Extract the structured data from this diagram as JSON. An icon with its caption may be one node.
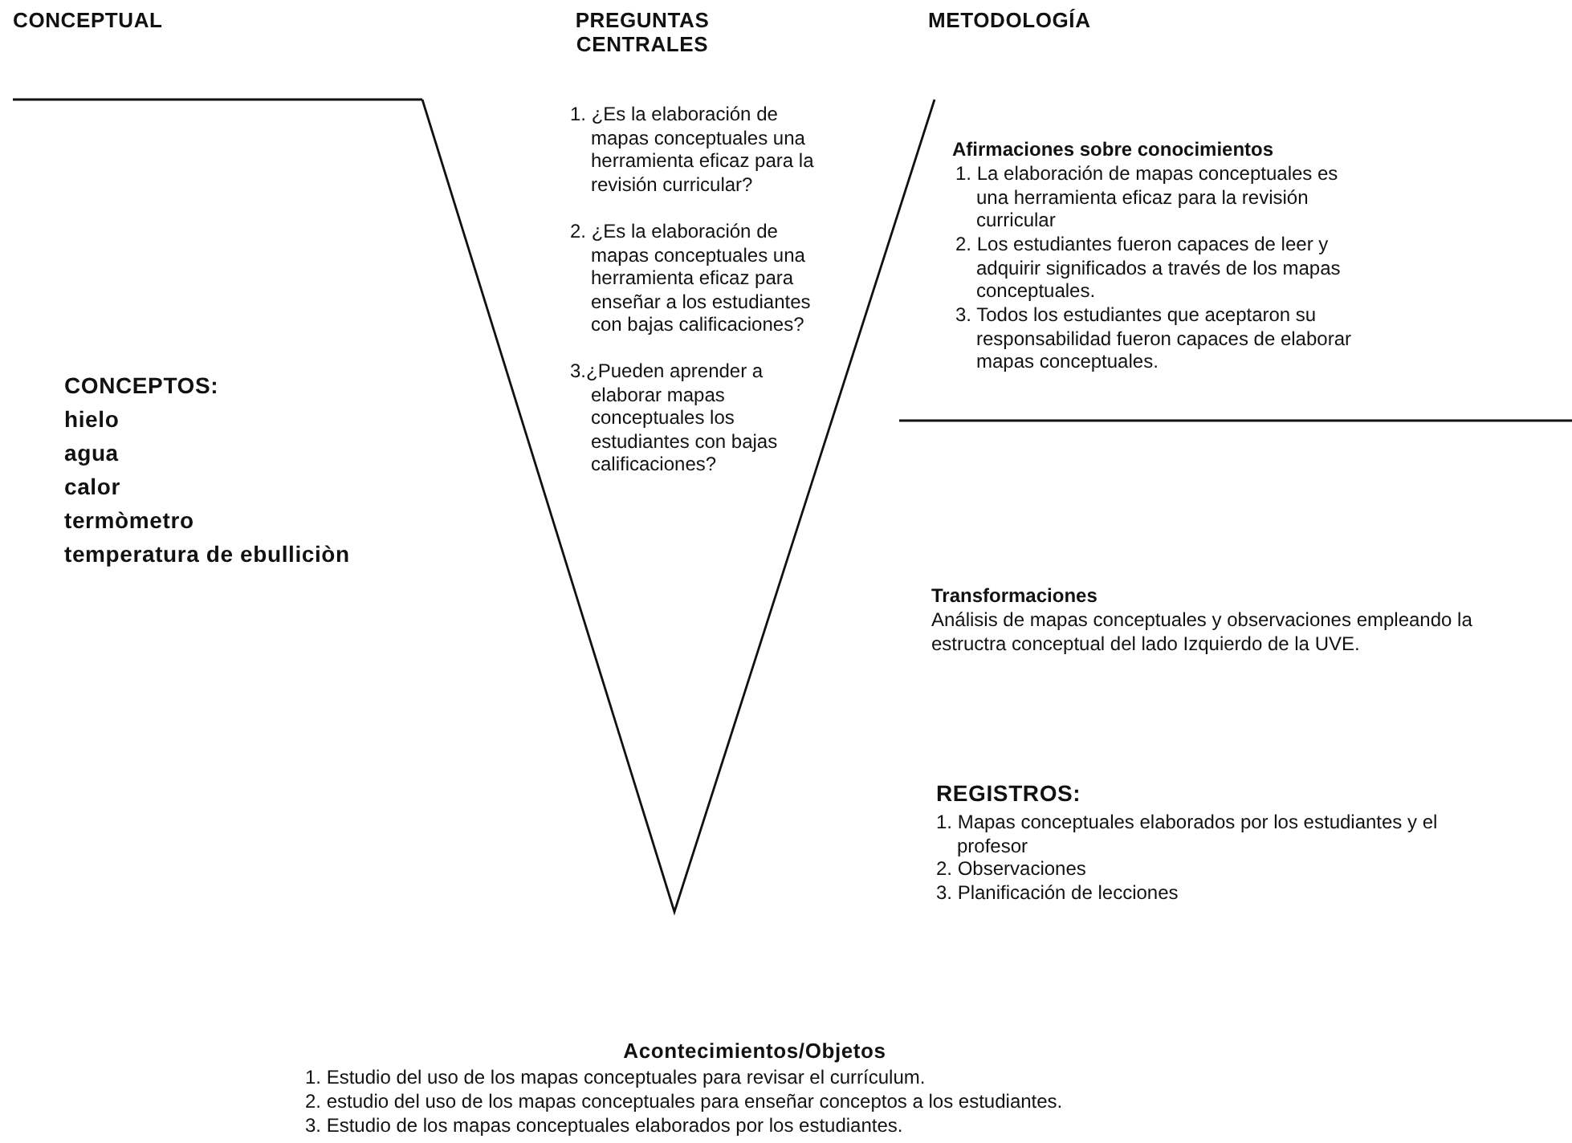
{
  "diagram": {
    "labels": [
      "CONCEPTUAL",
      "PREGUNTAS CENTRALES",
      "METODOLOGÍA",
      "1. ¿Es la elaboración de mapas conceptuales una herramienta eficaz para la revisión curricular?",
      "2. ¿Es la elaboración de mapas conceptuales una herramienta eficaz para enseñar a los estudiantes con bajas calificaciones?",
      "3.¿Pueden aprender a elaborar mapas conceptuales los estudiantes con bajas calificaciones?",
      "Afirmaciones sobre conocimientos",
      "1. La elaboración de mapas conceptuales es una herramienta eficaz para la revisión curricular",
      "2. Los estudiantes fueron capaces de leer y adquirir significados a través de los mapas conceptuales.",
      "3. Todos los estudiantes que aceptaron su responsabilidad fueron capaces de elaborar mapas conceptuales.",
      "CONCEPTOS:",
      "hielo",
      "agua",
      "calor",
      "termòmetro",
      "temperatura de ebulliciòn",
      "Transformaciones",
      "Análisis de mapas conceptuales y observaciones empleando la estructra conceptual del lado Izquierdo de la UVE.",
      "REGISTROS:",
      "1. Mapas conceptuales elaborados por los estudiantes y el profesor",
      "2. Observaciones",
      "3. Planificación de lecciones",
      "Acontecimientos/Objetos",
      "1. Estudio del uso de los mapas conceptuales para revisar el currículum.",
      "2. estudio del uso de los mapas conceptuales para enseñar conceptos a los estudiantes.",
      "3. Estudio de los mapas conceptuales elaborados por los estudiantes."
    ]
  }
}
